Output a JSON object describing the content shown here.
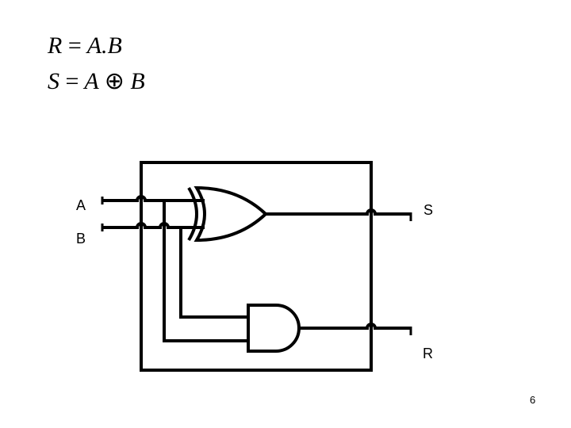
{
  "equations": [
    {
      "lhs": "R",
      "op": "=",
      "rhs_a": "A.B",
      "rhs_op": "",
      "rhs_b": ""
    },
    {
      "lhs": "S",
      "op": "=",
      "rhs_a": "A",
      "rhs_op": "⊕",
      "rhs_b": "B"
    }
  ],
  "circuit": {
    "inputs": [
      "A",
      "B"
    ],
    "outputs": [
      "S",
      "R"
    ],
    "gates": [
      "xor-gate",
      "and-gate"
    ]
  },
  "page_number": "6"
}
